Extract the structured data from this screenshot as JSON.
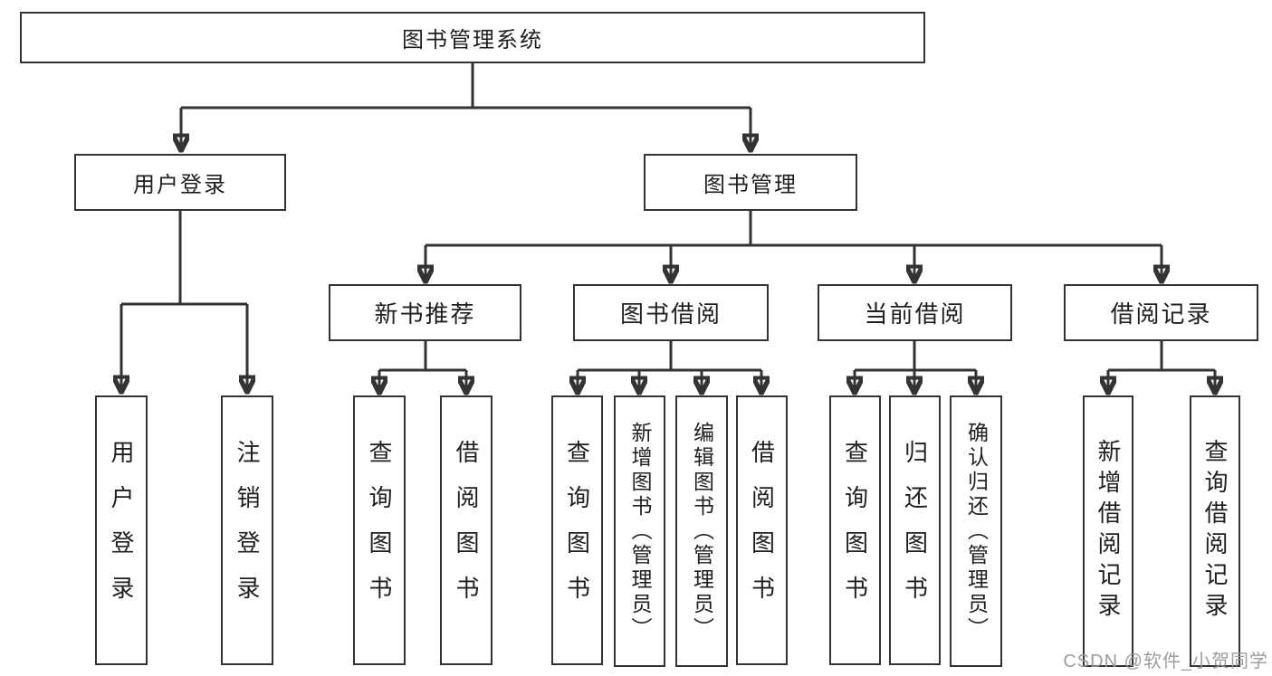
{
  "diagram": {
    "title_node": "图书管理系统",
    "root": {
      "label": "图书管理系统"
    },
    "branches": [
      {
        "label": "用户登录",
        "children": [
          {
            "label": "用户登录"
          },
          {
            "label": "注销登录"
          }
        ]
      },
      {
        "label": "图书管理",
        "children": [
          {
            "label": "新书推荐",
            "children": [
              {
                "label": "查询图书"
              },
              {
                "label": "借阅图书"
              }
            ]
          },
          {
            "label": "图书借阅",
            "children": [
              {
                "label": "查询图书"
              },
              {
                "label": "新增图书（管理员）"
              },
              {
                "label": "编辑图书（管理员）"
              },
              {
                "label": "借阅图书"
              }
            ]
          },
          {
            "label": "当前借阅",
            "children": [
              {
                "label": "查询图书"
              },
              {
                "label": "归还图书"
              },
              {
                "label": "确认归还（管理员）"
              }
            ]
          },
          {
            "label": "借阅记录",
            "children": [
              {
                "label": "新增借阅记录"
              },
              {
                "label": "查询借阅记录"
              }
            ]
          }
        ]
      }
    ],
    "watermark": "CSDN @软件_小贺同学",
    "colors": {
      "line": "#333333",
      "text": "#1f1f1f",
      "background": "#ffffff",
      "watermark": "#989898"
    }
  }
}
